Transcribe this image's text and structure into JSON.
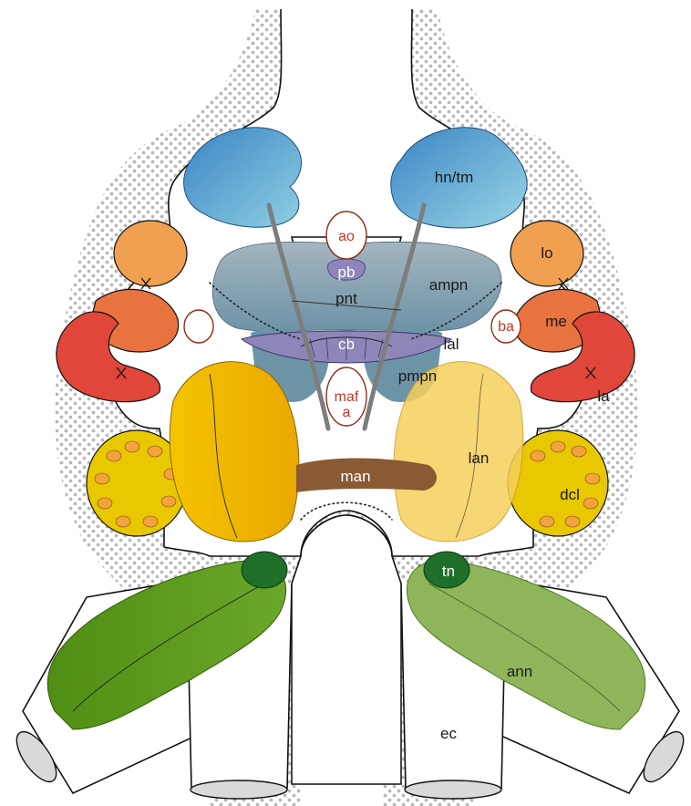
{
  "labels": {
    "hn_tm": "hn/tm",
    "ao": "ao",
    "pb": "pb",
    "ampn": "ampn",
    "pnt": "pnt",
    "lo": "lo",
    "me": "me",
    "la": "la",
    "cb": "cb",
    "lal": "lal",
    "ba": "ba",
    "pmpn": "pmpn",
    "maf_line1": "maf",
    "maf_line2": "a",
    "man": "man",
    "lan": "lan",
    "dcl": "dcl",
    "tn": "tn",
    "ann": "ann",
    "ec": "ec"
  },
  "colors": {
    "hemiellipsoid": "#5fa3d0",
    "lobula": "#f0a050",
    "medulla": "#e8733f",
    "lamina": "#e0463a",
    "protocerebrum": "#8fa8b8",
    "central_body": "#8e86b8",
    "lateral_antennular": "#f2b705",
    "deutocerebral_lobe": "#e8c800",
    "median_antennular": "#8a5a35",
    "antenna_2": "#5e9e1e",
    "tegumentary": "#1f6e2a",
    "dots": "#b5b5b5"
  }
}
